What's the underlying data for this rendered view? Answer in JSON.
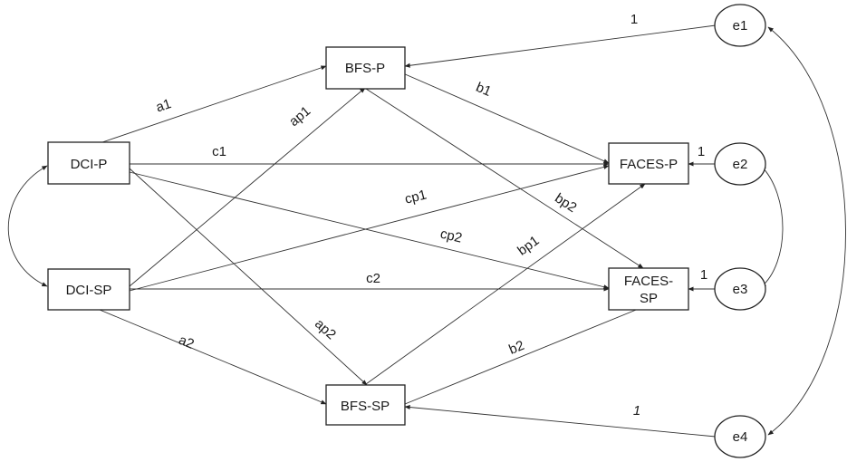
{
  "nodes": {
    "dci_p": {
      "lines": [
        "DCI-P"
      ]
    },
    "dci_sp": {
      "lines": [
        "DCI-SP"
      ]
    },
    "bfs_p": {
      "lines": [
        "BFS-P"
      ]
    },
    "bfs_sp": {
      "lines": [
        "BFS-SP"
      ]
    },
    "faces_p": {
      "lines": [
        "FACES-P"
      ]
    },
    "faces_sp": {
      "lines": [
        "FACES-",
        "SP"
      ]
    },
    "e1": {
      "lines": [
        "e1"
      ]
    },
    "e2": {
      "lines": [
        "e2"
      ]
    },
    "e3": {
      "lines": [
        "e3"
      ]
    },
    "e4": {
      "lines": [
        "e4"
      ]
    }
  },
  "paths": {
    "a1": "a1",
    "a2": "a2",
    "ap1": "ap1",
    "ap2": "ap2",
    "c1": "c1",
    "c2": "c2",
    "cp1": "cp1",
    "cp2": "cp2",
    "b1": "b1",
    "b2": "b2",
    "bp1": "bp1",
    "bp2": "bp2",
    "e1_load": "1",
    "e2_load": "1",
    "e3_load": "1",
    "e4_load": "1"
  },
  "colors": {
    "stroke": "#222222",
    "background": "#ffffff"
  }
}
